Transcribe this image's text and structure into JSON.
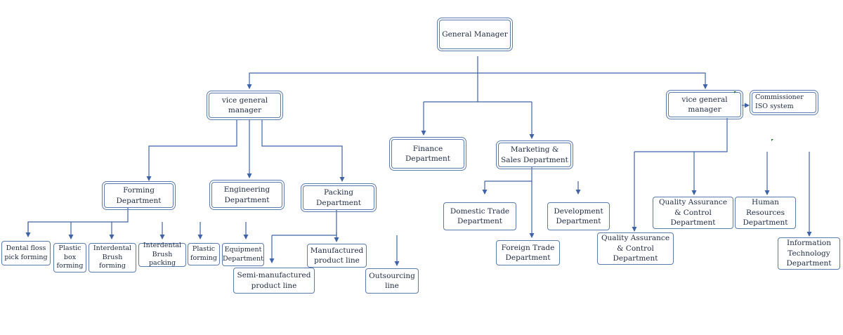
{
  "org_chart": {
    "general_manager": "General Manager",
    "vgm_left": "vice general\nmanager",
    "vgm_right": "vice general\nmanager",
    "commissioner": "Commissioner\nISO system",
    "forming": "Forming\nDepartment",
    "engineering": "Engineering\nDepartment",
    "packing": "Packing\nDepartment",
    "finance": "Finance\nDepartment",
    "marketing": "Marketing &\nSales Department",
    "dental_floss": "Dental floss\npick forming",
    "plastic_box": "Plastic\nbox\nforming",
    "interdental_forming": "Interdental\nBrush\nforming",
    "interdental_packing": "Interdental\nBrush packing",
    "plastic_forming": "Plastic\nforming",
    "equipment": "Equipment\nDepartment",
    "semi_manufactured": "Semi-manufactured\nproduct line",
    "manufactured": "Manufactured\nproduct line",
    "outsourcing": "Outsourcing\nline",
    "domestic_trade": "Domestic Trade\nDepartment",
    "foreign_trade": "Foreign Trade\nDepartment",
    "development": "Development\nDepartment",
    "qa_right": "Quality Assurance\n& Control\nDepartment",
    "human_resources": "Human\nResources\nDepartment",
    "qa_left": "Quality Assurance\n& Control\nDepartment",
    "it": "Information\nTechnology\nDepartment"
  }
}
